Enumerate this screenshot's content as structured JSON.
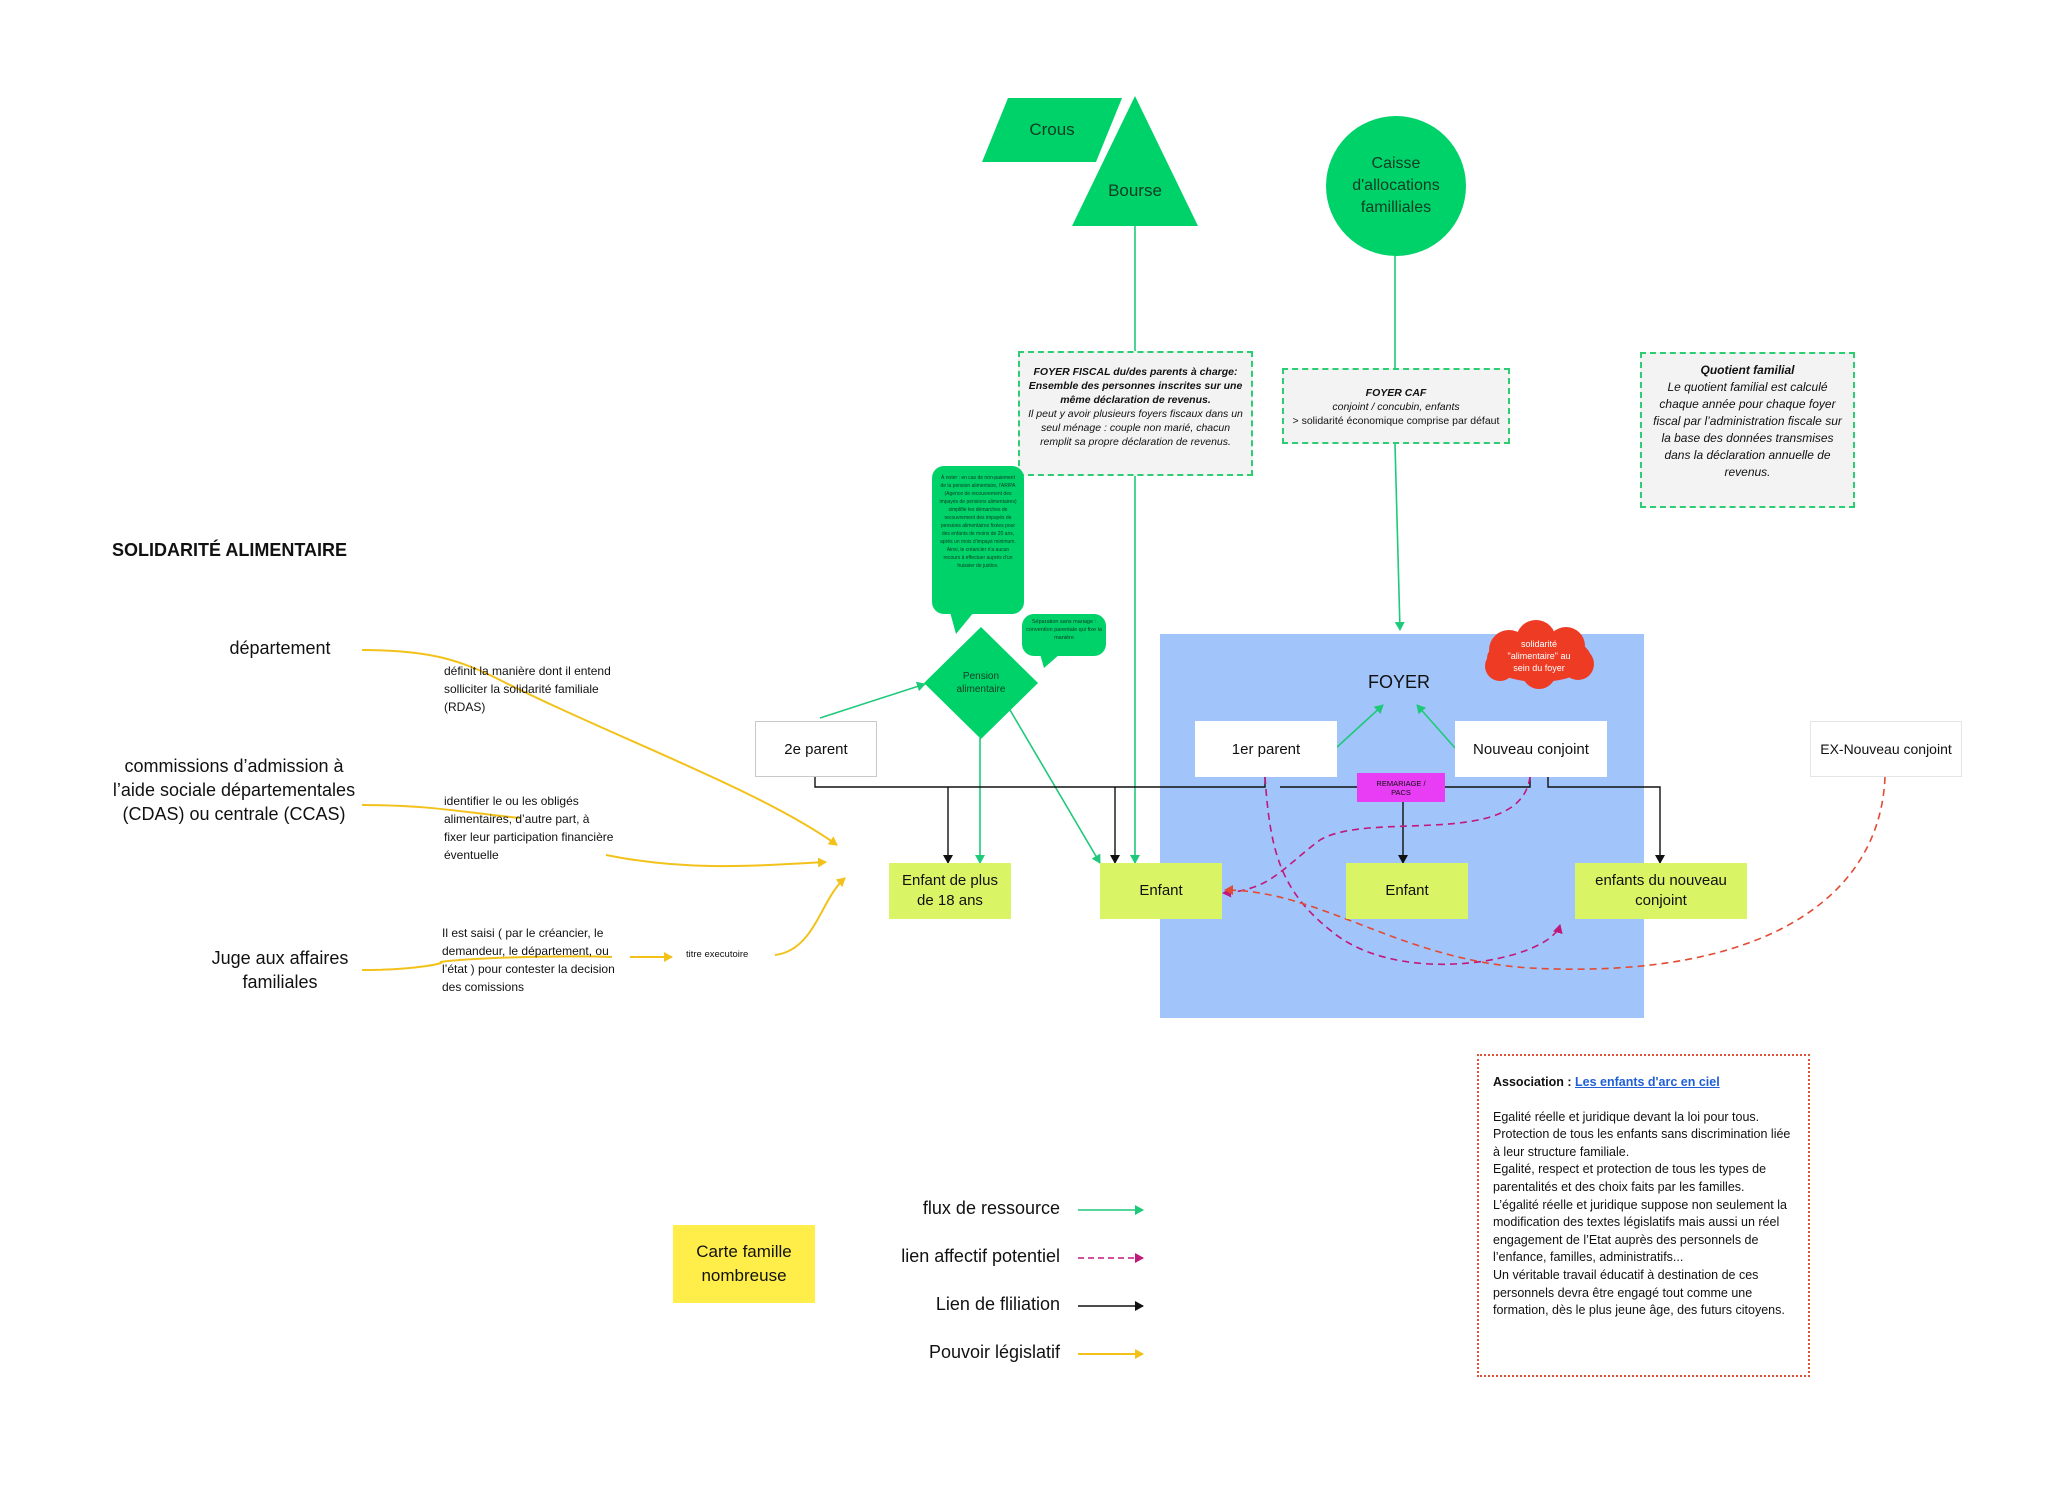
{
  "title": "SOLIDARITÉ ALIMENTAIRE",
  "top": {
    "crous": "Crous",
    "bourse": "Bourse",
    "caf": "Caisse d'allocations familliales"
  },
  "notes": {
    "foyer_fiscal_title": "FOYER FISCAL du/des parents à charge: Ensemble des personnes inscrites sur une même déclaration de revenus.",
    "foyer_fiscal_body": "Il peut y avoir plusieurs foyers fiscaux dans un seul ménage : couple non marié, chacun remplit sa propre déclaration de revenus.",
    "foyer_caf_title": "FOYER CAF",
    "foyer_caf_line1": "conjoint / concubin, enfants",
    "foyer_caf_line2": "> solidarité économique comprise par défaut",
    "quotient_title": "Quotient familial",
    "quotient_body": "Le quotient familial est calculé chaque année pour chaque foyer fiscal par l’administration fiscale sur la base des données transmises dans la déclaration annuelle de revenus."
  },
  "bubbles": {
    "aripa": "À noter : en cas de non-paiement de la pension alimentaire, l'ARIPA (Agence de recouvrement des impayés de pensions alimentaires) simplifie les démarches de recouvrement des impayés de pensions alimentaires fixées pour des enfants de moins de 20 ans, après un mois d'impayé minimum. Ainsi, le créancier n'a aucun recours à effectuer auprès d'un huissier de justice.",
    "separation": "Séparation sans mariage : convention parentale qui fixe la manière"
  },
  "nodes": {
    "pension": "Pension alimentaire",
    "second_parent": "2e parent",
    "first_parent": "1er parent",
    "nouveau_conjoint": "Nouveau conjoint",
    "ex_nouveau_conjoint": "EX-Nouveau conjoint",
    "foyer": "FOYER",
    "cloud": "solidarité \"alimentaire\" au sein du foyer",
    "remariage": "REMARIAGE / PACS",
    "enfant_18": "Enfant de plus de 18 ans",
    "enfant_1": "Enfant",
    "enfant_2": "Enfant",
    "enfants_conjoint": "enfants du nouveau conjoint"
  },
  "left": {
    "departement": "département",
    "departement_desc": "définit la manière dont il entend solliciter la solidarité familiale (RDAS)",
    "commissions": "commissions d’admission à l’aide sociale départementales (CDAS) ou centrale (CCAS)",
    "commissions_desc": "identifier le ou les obligés alimentaires, d’autre part, à fixer leur participation financière éventuelle",
    "juge": "Juge aux affaires familiales",
    "juge_desc": "Il est saisi ( par le créancier, le demandeur, le département, ou l’état ) pour contester la decision des comissions",
    "titre": "titre executoire"
  },
  "carte": "Carte famille nombreuse",
  "legend": [
    {
      "label": "flux de ressource",
      "color": "#1fc97a",
      "style": "solid"
    },
    {
      "label": "lien affectif potentiel",
      "color": "#c2187a",
      "style": "dashed"
    },
    {
      "label": "Lien de fliliation",
      "color": "#111111",
      "style": "solid"
    },
    {
      "label": "Pouvoir législatif",
      "color": "#f2c21b",
      "style": "solid"
    }
  ],
  "association": {
    "label": "Association :",
    "link": "Les enfants d'arc en ciel",
    "body": "Egalité réelle et juridique devant la loi pour tous.\nProtection de tous les enfants sans discrimination liée à leur structure familiale.\nEgalité, respect et protection de tous les types de parentalités et des choix faits par les familles.\nL’égalité réelle et juridique suppose non seulement la modification des textes législatifs mais aussi un réel engagement de l’Etat auprès des personnels de l’enfance, familles, administratifs...\nUn véritable travail éducatif à destination de ces personnels devra  être engagé tout comme une formation, dès le plus jeune âge, des futurs citoyens."
  },
  "colors": {
    "green": "#00d26a",
    "foyer_blue": "#a1c4fa",
    "lime": "#d9f465",
    "yellow": "#ffee4a",
    "red_cloud": "#ee3b24",
    "magenta": "#e83cf5"
  }
}
